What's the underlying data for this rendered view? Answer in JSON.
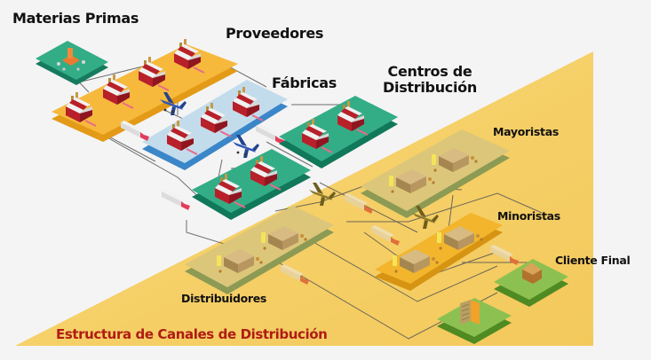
{
  "title": "Estructura de Canales de Distribución",
  "colors": {
    "background": "#f4f4f4",
    "triangle": "#f6d06a",
    "title": "#b01c14",
    "raw_materials_platform": "#2ea882",
    "suppliers_platform": "#f5b83a",
    "factories_platform": "#bcd8ea",
    "factories_platform_edge": "#3a86c8",
    "distribution_centers_platform": "#2ea882",
    "distributors_platform": "#dcc679",
    "wholesalers_platform": "#dcc679",
    "retailers_platform": "#f2b52c",
    "final_customer_platform": "#8cc152",
    "factory_red": "#b8202a",
    "link_line": "#555555"
  },
  "nodes": [
    {
      "id": "materias-primas",
      "label": "Materias Primas",
      "icon": "raw-materials-icon"
    },
    {
      "id": "proveedores",
      "label": "Proveedores",
      "icon": "factory-icon",
      "count": 4
    },
    {
      "id": "fabricas",
      "label": "Fábricas",
      "icon": "factory-icon",
      "count": 3
    },
    {
      "id": "centros-distribucion",
      "label_line1": "Centros de",
      "label_line2": "Distribución",
      "icon": "factory-icon",
      "count": 4
    },
    {
      "id": "distribuidores",
      "label": "Distribuidores",
      "icon": "warehouse-icon",
      "count": 2
    },
    {
      "id": "mayoristas",
      "label": "Mayoristas",
      "icon": "warehouse-icon",
      "count": 2
    },
    {
      "id": "minoristas",
      "label": "Minoristas",
      "icon": "warehouse-icon",
      "count": 2
    },
    {
      "id": "cliente-final",
      "label": "Cliente Final",
      "icon": "house-icon"
    },
    {
      "id": "cliente-edificio",
      "label": "",
      "icon": "office-building-icon"
    }
  ],
  "transport_icons": [
    "airplane-icon",
    "truck-icon"
  ]
}
